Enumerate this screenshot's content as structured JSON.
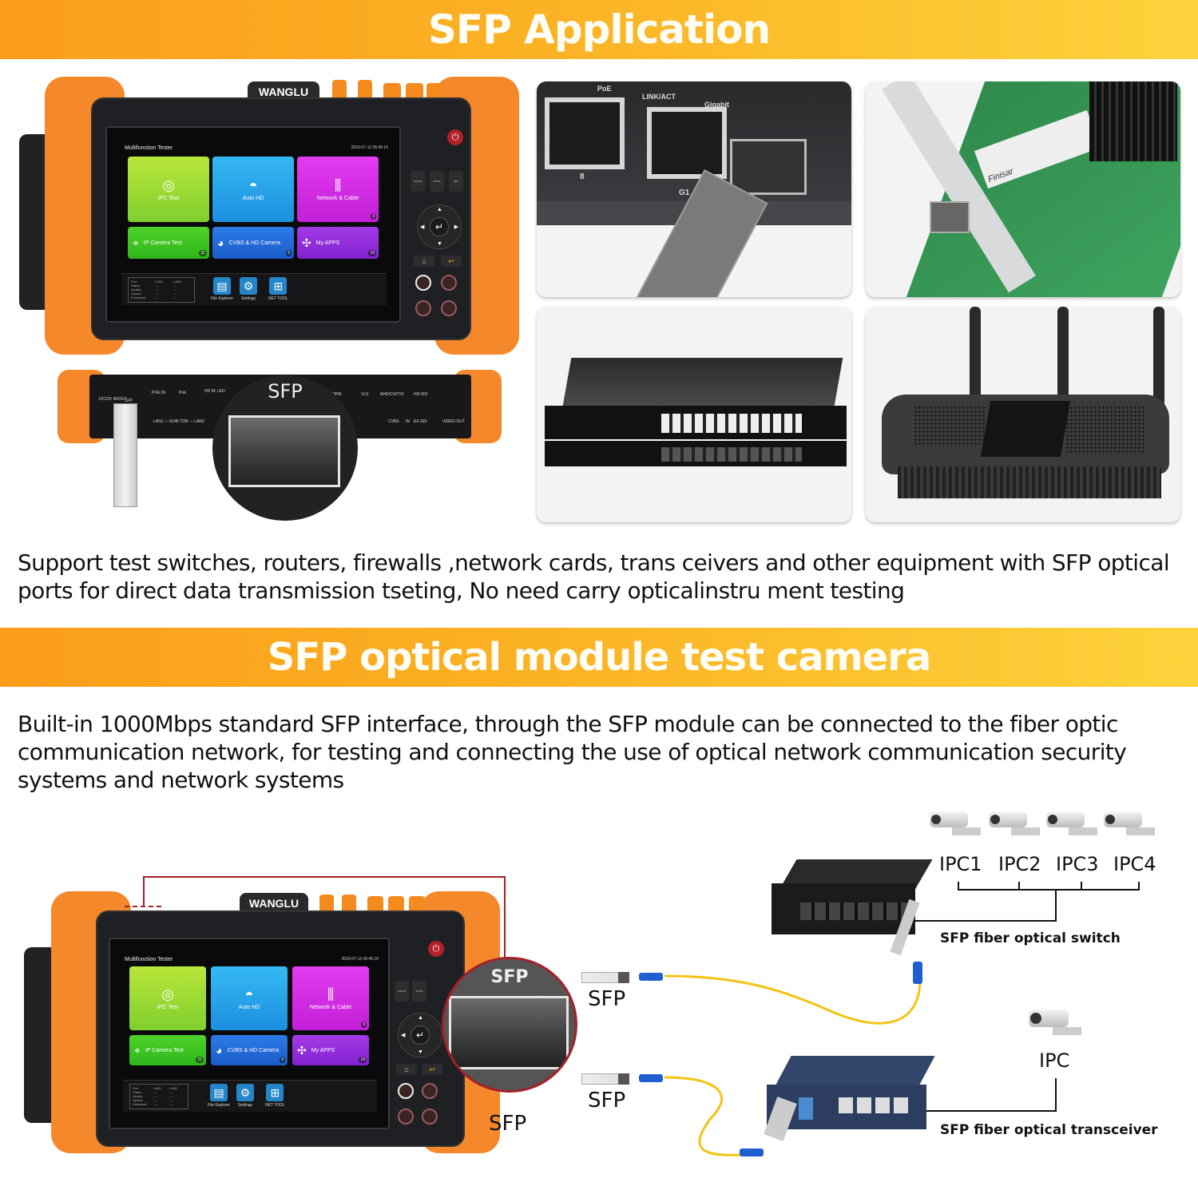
{
  "banners": {
    "top_title": "SFP Application",
    "middle_title": "SFP optical module test camera"
  },
  "paragraphs": {
    "application_description": "Support test switches, routers, firewalls ,network cards, trans ceivers and other equipment with SFP optical ports for direct data transmission tseting, No need carry opticalinstru ment testing",
    "module_description": "Built-in 1000Mbps standard SFP interface, through the SFP module can be connected to the fiber optic communication network, for testing and connecting the use of optical network communication security systems and network systems"
  },
  "device": {
    "brand": "WANGLU",
    "screen_title": "Multifunction Tester",
    "status_bar": "2023-07-12 06:45:16",
    "tiles": [
      {
        "label": "IPC Test",
        "icon": "camera-circle-icon",
        "glyph": "◎",
        "color_from": "#b9e63a",
        "color_to": "#7fcf2e",
        "badge": ""
      },
      {
        "label": "Auto HD",
        "icon": "dome-camera-icon",
        "glyph": "◓",
        "color_from": "#35b9f2",
        "color_to": "#1c8fe0",
        "badge": ""
      },
      {
        "label": "Network & Cable",
        "icon": "network-cable-icon",
        "glyph": "⫼",
        "color_from": "#e33cf0",
        "color_to": "#c21fd8",
        "badge": "3"
      },
      {
        "label": "IP Camera Test",
        "icon": "ip-camera-icon",
        "glyph": "⌖",
        "color_from": "#4ed32a",
        "color_to": "#2fb51c",
        "badge": "21"
      },
      {
        "label": "CVBS & HD Camera",
        "icon": "ptz-camera-icon",
        "glyph": "◕",
        "color_from": "#2c7be8",
        "color_to": "#1a5cc9",
        "badge": "9"
      },
      {
        "label": "My APPS",
        "icon": "apps-icon",
        "glyph": "✣",
        "color_from": "#a43ae8",
        "color_to": "#8123d0",
        "badge": "19"
      }
    ],
    "lan_table": {
      "headers": [
        "Port",
        "LAN1",
        "LAN2"
      ],
      "rows": [
        [
          "Status",
          "---",
          "---"
        ],
        [
          "Quality",
          "---",
          "---"
        ],
        [
          "Upload",
          "---",
          "---"
        ],
        [
          "Download",
          "---",
          "---"
        ]
      ]
    },
    "dock_apps": [
      {
        "label": "File Explorer",
        "glyph": "▤",
        "icon": "folder-icon"
      },
      {
        "label": "Settings",
        "glyph": "⚙",
        "icon": "gear-icon"
      },
      {
        "label": "NET TOOL",
        "glyph": "⊞",
        "icon": "network-tool-icon"
      }
    ],
    "keys": {
      "focus": "FOCUS",
      "zoom": "ZOOM",
      "iris": "IRIS",
      "home": "⌂",
      "back": "↩",
      "enter": "↵",
      "power": "⏻"
    }
  },
  "side_profile": {
    "zoom_label": "SFP",
    "ports": [
      "DC12V IN/OUT",
      "SFP",
      "POE IN",
      "PoE",
      "LAN1 — RJ45 TDR — LAN2",
      "HD IN",
      "LED",
      "OPM",
      "VLS",
      "AHD/CVI/TVI",
      "HD-SDI",
      "CVBS",
      "IN",
      "EX-SDI",
      "VIDEO-OUT"
    ]
  },
  "photos": [
    {
      "name": "cisco-sfp-switch-photo",
      "labels": [
        "PoE",
        "LINK/ACT",
        "Gigabit",
        "8",
        "G1"
      ]
    },
    {
      "name": "finisar-network-card-photo",
      "labels": [
        "Finisar"
      ]
    },
    {
      "name": "rack-switch-photo",
      "labels": []
    },
    {
      "name": "wifi-router-photo",
      "labels": []
    }
  ],
  "diagram": {
    "cameras": [
      "IPC1",
      "IPC2",
      "IPC3",
      "IPC4"
    ],
    "switch_label": "SFP fiber optical switch",
    "transceiver_label": "SFP fiber optical transceiver",
    "single_camera": "IPC",
    "sfp_labels": [
      "SFP",
      "SFP"
    ],
    "device_sfp_label": "SFP",
    "zoom_label": "SFP"
  },
  "colors": {
    "banner_start": "#fb9d1a",
    "banner_end": "#fdd33c",
    "bumper": "#f4882a",
    "fiber": "#f4c316",
    "lc_connector": "#1f5fcf",
    "callout_red": "#a3202a"
  }
}
